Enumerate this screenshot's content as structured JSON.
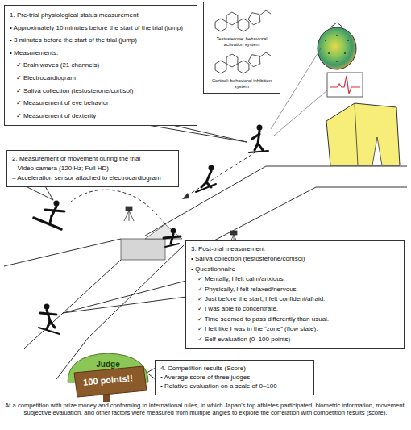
{
  "diagram": {
    "caption": "At a competition with prize money and conforming to international rules, in which Japan's top athletes participated, biometric information, movement, subjective evaluation, and other factors were measured from multiple angles to explore the correlation with competition results (score).",
    "nodes": [
      {
        "text": [
          "1. Pre-trial physiological status measurement",
          "• Approximately 10 minutes before the start of the trial (jump)",
          "• 3 minutes before the start of the trial (jump)",
          "• Measurements:",
          "✓ Brain waves (21 channels)",
          "✓ Electrocardiogram",
          "✓ Saliva collection (testosterone/cortisol)",
          "✓ Measurement of eye behavior",
          "✓ Measurement of dexterity"
        ]
      },
      {
        "text": [
          "2. Measurement of movement during the trial",
          "– Video camera (120 Hz; Full HD)",
          "– Acceleration sensor attached to electrocardiogram"
        ]
      },
      {
        "text": [
          "Testosterone: behavioral activation system",
          "Cortisol: behavioral inhibition system"
        ]
      },
      {
        "text": [
          "3. Post-trial measurement",
          "• Saliva collection (testosterone/cortisol)",
          "• Questionnaire",
          "✓ Mentally, I felt calm/anxious.",
          "✓ Physically, I felt relaxed/nervous.",
          "✓ Just before the start, I felt confident/afraid.",
          "✓ I was able to concentrate.",
          "✓ Time seemed to pass differently than usual.",
          "✓ I felt like I was in the “zone” (flow state).",
          "✓ Self-evaluation (0–100 points)"
        ]
      },
      {
        "text": [
          "Judge",
          "100 points!!"
        ]
      },
      {
        "text": [
          "4. Competition results (Score)",
          "• Average score of three judges",
          "• Relative evaluation on a scale of 0–100"
        ]
      }
    ]
  }
}
